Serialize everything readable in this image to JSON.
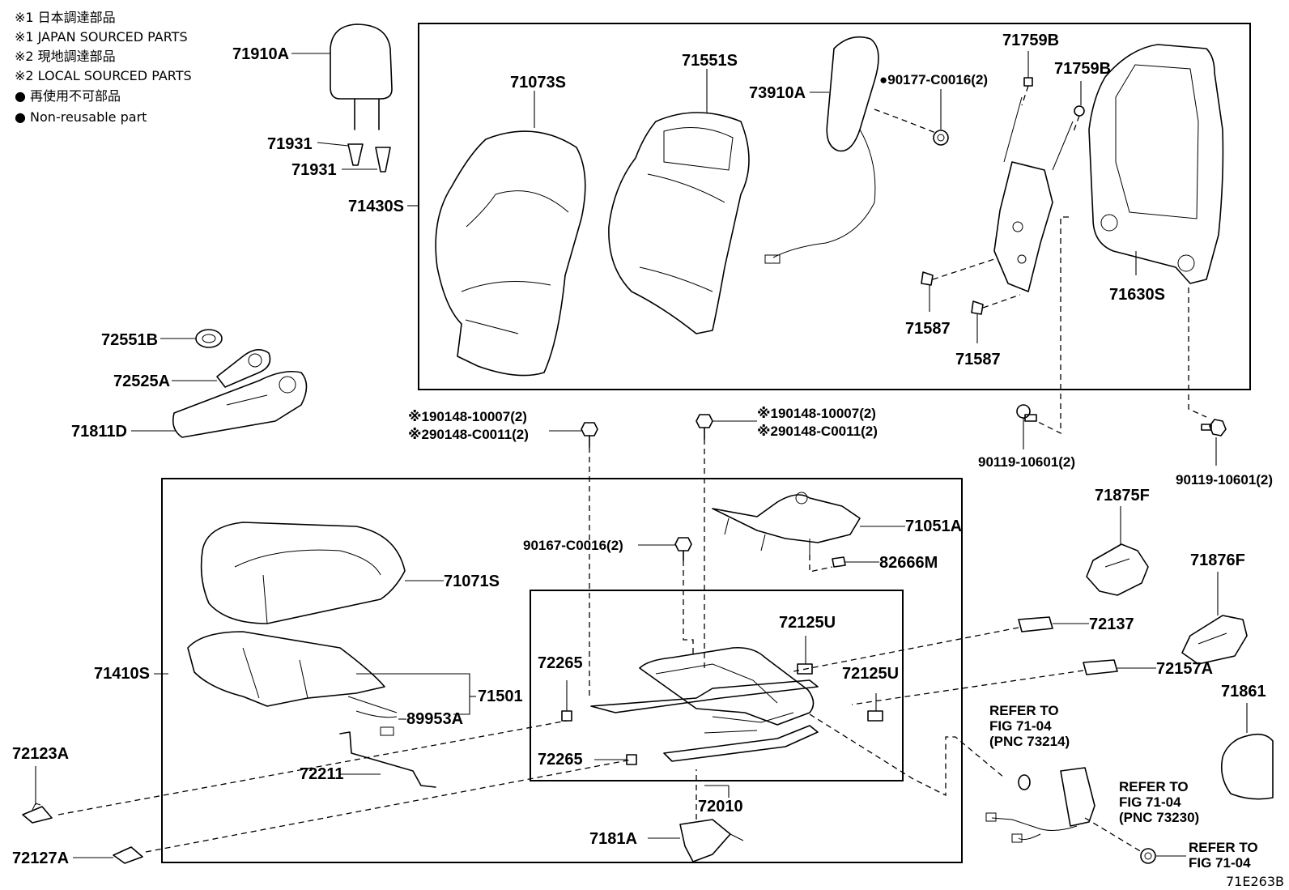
{
  "legend": {
    "l1": "※1 日本調達部品",
    "l2": "※1 JAPAN SOURCED PARTS",
    "l3": "※2 現地調達部品",
    "l4": "※2 LOCAL SOURCED PARTS",
    "l5": "● 再使用不可部品",
    "l6": "● Non-reusable part"
  },
  "labels": {
    "p71910A": "71910A",
    "p71931a": "71931",
    "p71931b": "71931",
    "p71430S": "71430S",
    "p71073S": "71073S",
    "p71551S": "71551S",
    "p73910A": "73910A",
    "p90177": "●90177-C0016(2)",
    "p71759Ba": "71759B",
    "p71759Bb": "71759B",
    "p71630S": "71630S",
    "p71587a": "71587",
    "p71587b": "71587",
    "p72551B": "72551B",
    "p72525A": "72525A",
    "p71811D": "71811D",
    "p190148L": "※190148-10007(2)",
    "p290148L": "※290148-C0011(2)",
    "p190148R": "※190148-10007(2)",
    "p290148R": "※290148-C0011(2)",
    "p90119a": "90119-10601(2)",
    "p90119b": "90119-10601(2)",
    "p90167": "90167-C0016(2)",
    "p71051A": "71051A",
    "p82666M": "82666M",
    "p71071S": "71071S",
    "p71410S": "71410S",
    "p71501": "71501",
    "p89953A": "89953A",
    "p72211": "72211",
    "p72123A": "72123A",
    "p72127A": "72127A",
    "p72265a": "72265",
    "p72265b": "72265",
    "p72125Ua": "72125U",
    "p72125Ub": "72125U",
    "p72010": "72010",
    "p7181A": "7181A",
    "p71875F": "71875F",
    "p71876F": "71876F",
    "p72137": "72137",
    "p72157A": "72157A",
    "p71861": "71861",
    "ref1a": "REFER TO",
    "ref1b": "FIG 71-04",
    "ref1c": "(PNC 73214)",
    "ref2a": "REFER TO",
    "ref2b": "FIG 71-04",
    "ref2c": "(PNC 73230)",
    "ref3a": "REFER TO",
    "ref3b": "FIG 71-04",
    "code": "71E263B"
  }
}
